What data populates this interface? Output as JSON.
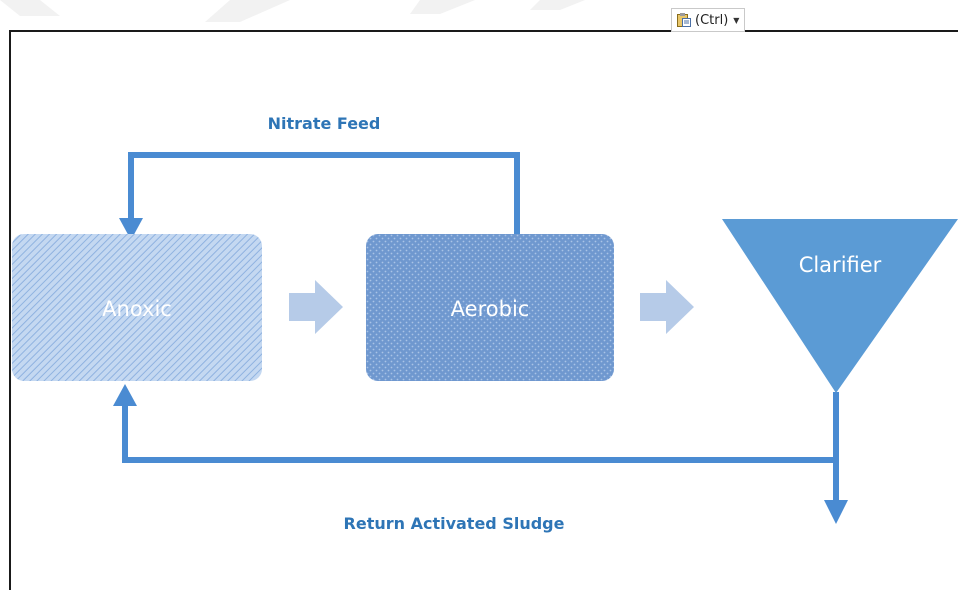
{
  "toolbar": {
    "paste_options_label": "(Ctrl)"
  },
  "diagram": {
    "stages": [
      {
        "id": "anoxic",
        "label": "Anoxic"
      },
      {
        "id": "aerobic",
        "label": "Aerobic"
      },
      {
        "id": "clarifier",
        "label": "Clarifier"
      }
    ],
    "flows": {
      "nitrate_feed_label": "Nitrate Feed",
      "return_sludge_label": "Return Activated Sludge"
    }
  },
  "colors": {
    "line": "#4a8bd2",
    "label_text": "#2e75b6",
    "anoxic_fill": "#b4cdee",
    "aerobic_fill": "#6f98cf",
    "clarifier_fill": "#5b9bd5",
    "flow_arrow": "#b6cbe8"
  }
}
